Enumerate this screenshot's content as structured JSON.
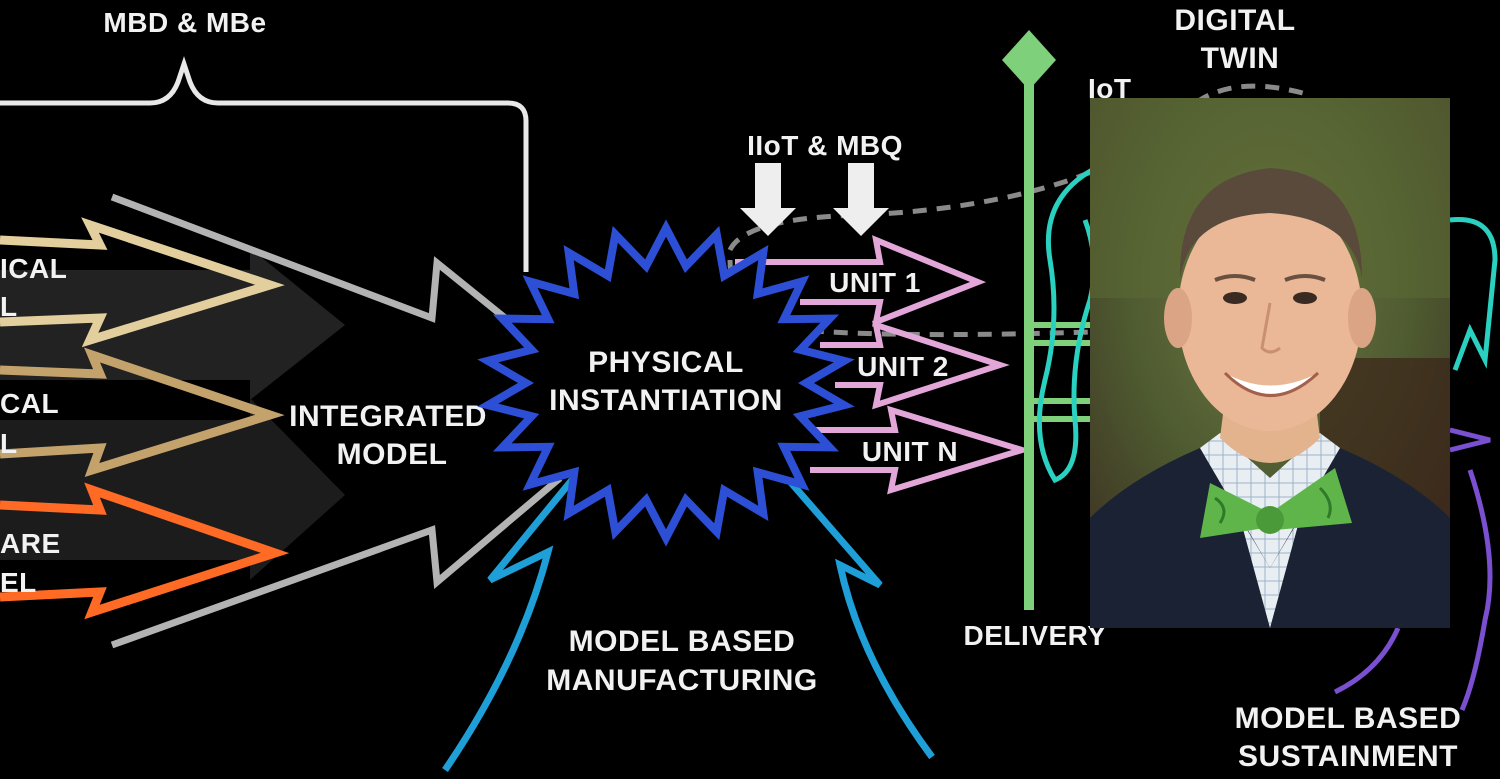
{
  "labels": {
    "mbd_mbe": "MBD & MBe",
    "input_1_line1": "ICAL",
    "input_1_line2": "L",
    "input_2_line1": "CAL",
    "input_2_line2": "L",
    "input_3_line1": "ARE",
    "input_3_line2": "EL",
    "integrated_line1": "INTEGRATED",
    "integrated_line2": "MODEL",
    "physical_line1": "PHYSICAL",
    "physical_line2": "INSTANTIATION",
    "iiot_mbq": "IIoT & MBQ",
    "unit_1": "UNIT 1",
    "unit_2": "UNIT 2",
    "unit_n": "UNIT N",
    "digital_line1": "DIGITAL",
    "digital_line2": "TWIN",
    "iot": "IoT",
    "delivery": "DELIVERY",
    "mbm_line1": "MODEL BASED",
    "mbm_line2": "MANUFACTURING",
    "mbs_line1": "MODEL BASED",
    "mbs_line2": "SUSTAINMENT"
  },
  "colors": {
    "background": "#000000",
    "text": "#f2f2f2",
    "bracket": "#e8e8e8",
    "arrow_cream": "#e3cf9d",
    "arrow_tan": "#c4a26b",
    "arrow_orange": "#ff6a24",
    "arrow_gray": "#b3b3b3",
    "starburst": "#2c4fd6",
    "unit_pink": "#e3a6d9",
    "delivery_green": "#7fd07a",
    "twin_teal": "#2ad0c0",
    "sustain_purple": "#7a4fd0",
    "manufacturing_blue": "#1f9fd8",
    "dashed_gray": "#8a8a8a",
    "down_arrow": "#eeeeee"
  },
  "photo": {
    "description_icon": "person-portrait"
  }
}
